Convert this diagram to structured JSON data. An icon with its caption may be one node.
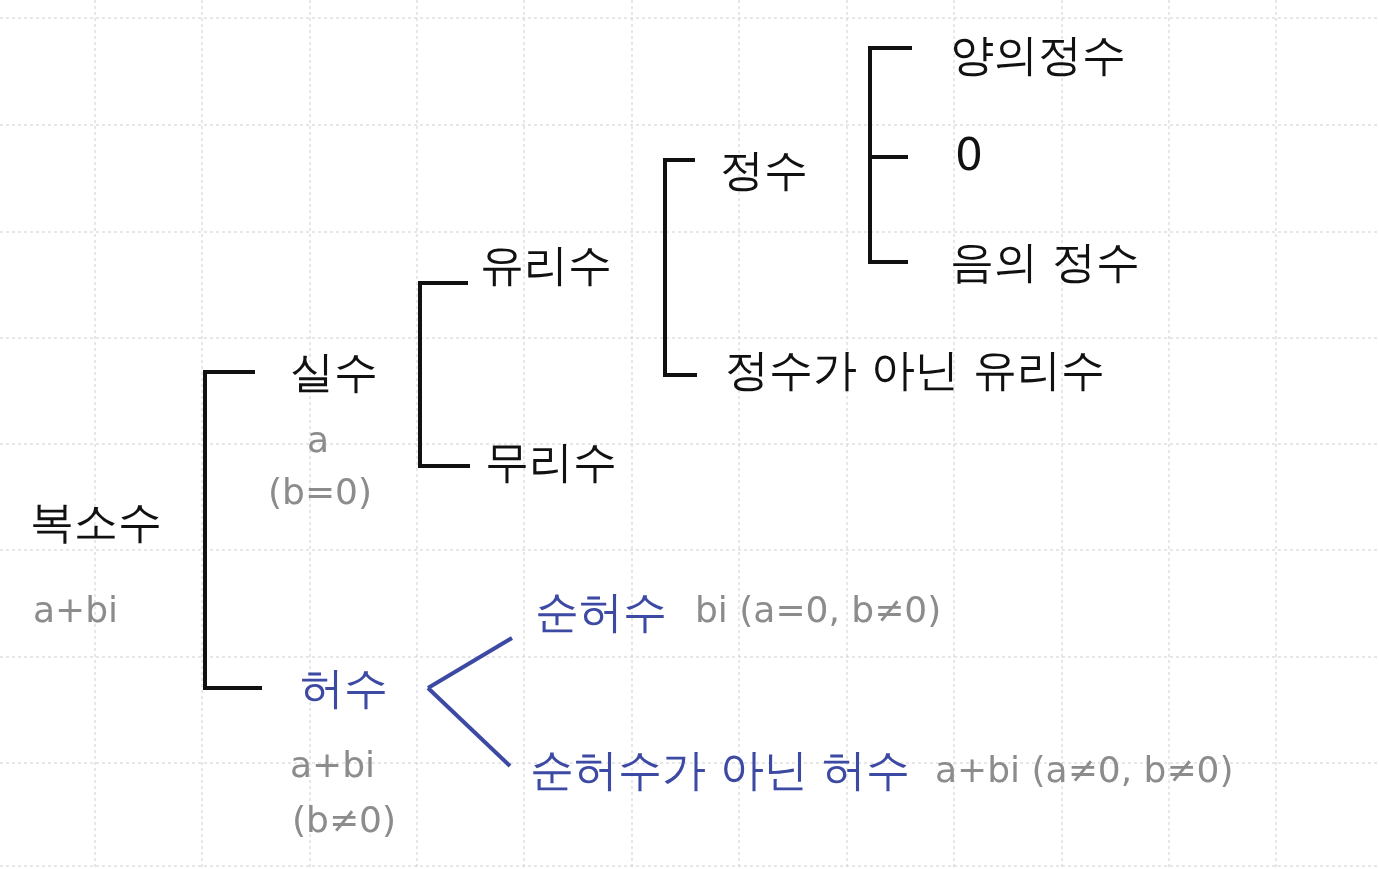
{
  "diagram": {
    "nodes": [
      {
        "text": [
          "복소수"
        ],
        "beside": [
          "a+bi"
        ]
      },
      {
        "text": [
          "실수"
        ],
        "beside": [
          "a",
          "(b=0)"
        ]
      },
      {
        "text": [
          "허수"
        ],
        "beside": [
          "a+bi",
          "(b≠0)"
        ]
      },
      {
        "text": [
          "유리수"
        ]
      },
      {
        "text": [
          "무리수"
        ]
      },
      {
        "text": [
          "정수"
        ]
      },
      {
        "text": [
          "정수가 아닌 유리수"
        ]
      },
      {
        "text": [
          "양의정수"
        ]
      },
      {
        "text": [
          "0"
        ]
      },
      {
        "text": [
          "음의 정수"
        ]
      },
      {
        "text": [
          "순허수"
        ],
        "beside": [
          "bi (a=0, b≠0)"
        ]
      },
      {
        "text": [
          "순허수가 아닌 허수"
        ],
        "beside": [
          "a+bi (a≠0, b≠0)"
        ]
      }
    ],
    "edges": [
      {
        "from": 0,
        "to": 1,
        "arrow": "none"
      },
      {
        "from": 0,
        "to": 2,
        "arrow": "none"
      },
      {
        "from": 1,
        "to": 3,
        "arrow": "none"
      },
      {
        "from": 1,
        "to": 4,
        "arrow": "none"
      },
      {
        "from": 3,
        "to": 5,
        "arrow": "none"
      },
      {
        "from": 3,
        "to": 6,
        "arrow": "none"
      },
      {
        "from": 5,
        "to": 7,
        "arrow": "none"
      },
      {
        "from": 5,
        "to": 8,
        "arrow": "none"
      },
      {
        "from": 5,
        "to": 9,
        "arrow": "none"
      },
      {
        "from": 2,
        "to": 10,
        "arrow": "none",
        "color": "#3d4aa3"
      },
      {
        "from": 2,
        "to": 11,
        "arrow": "none",
        "color": "#3d4aa3"
      }
    ]
  }
}
